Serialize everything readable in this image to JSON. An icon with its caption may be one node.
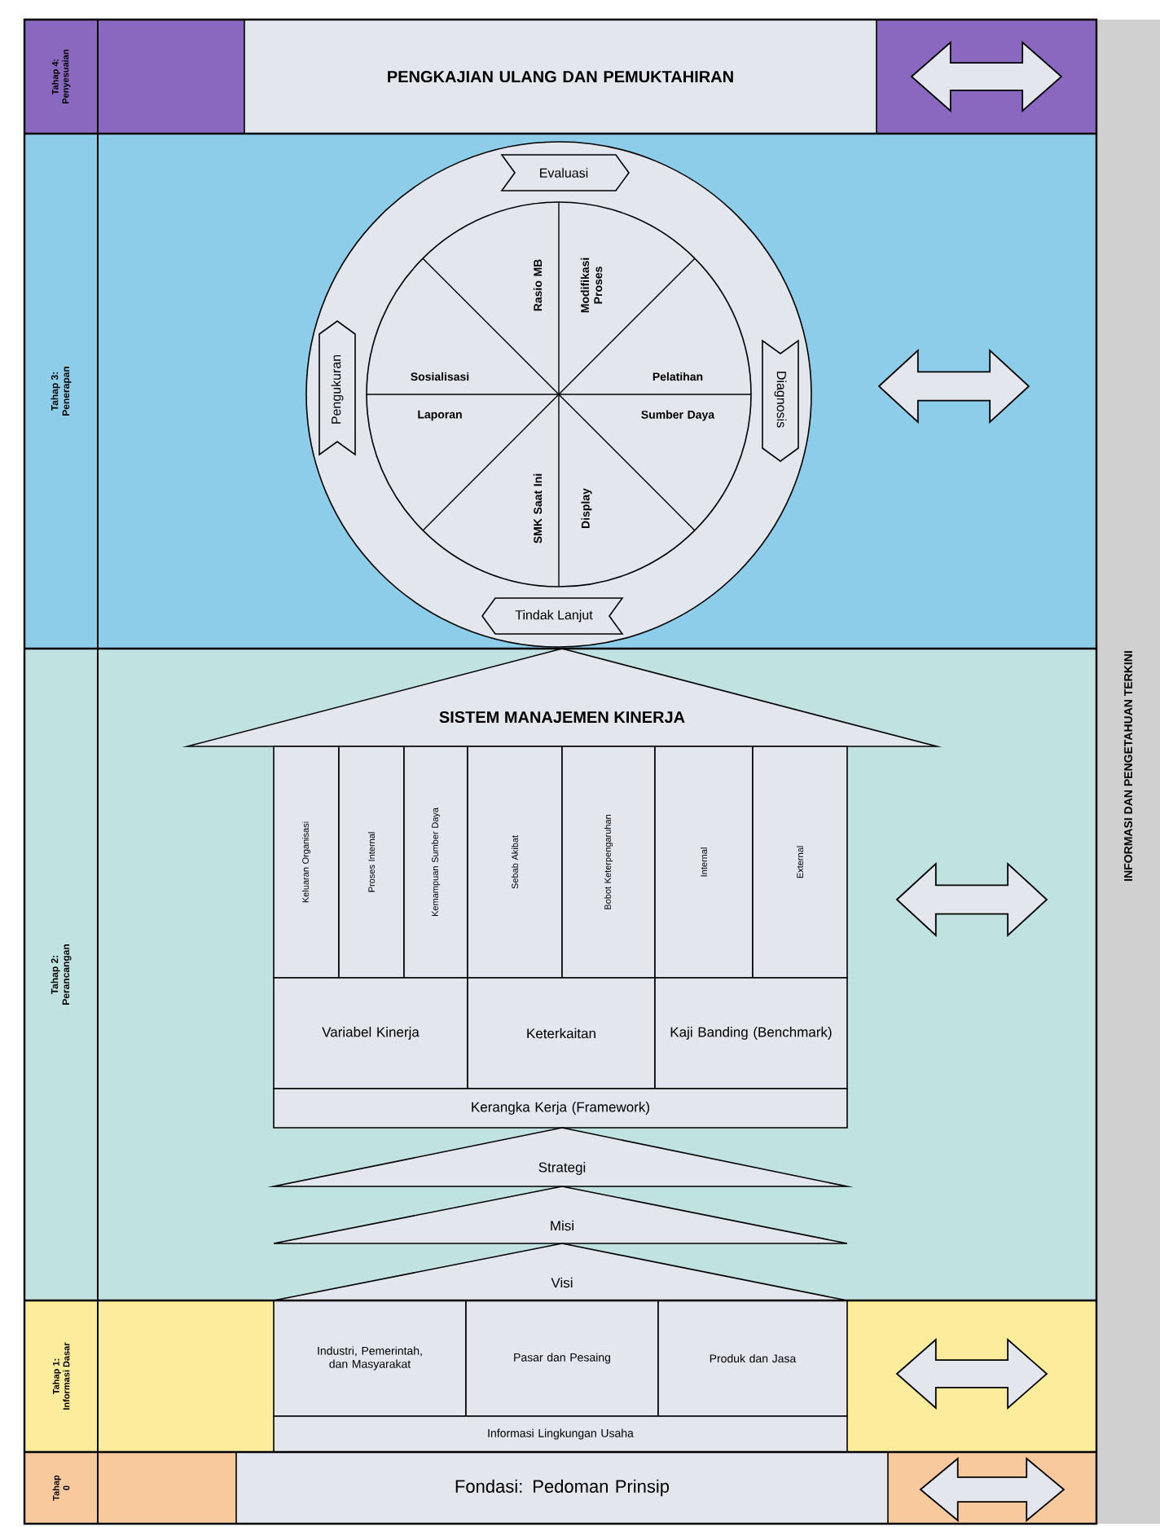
{
  "diagram": {
    "nodes": [
      {
        "text": [
          "Tahap 4: Penyesuaian"
        ]
      },
      {
        "text": [
          "PENGKAJIAN ULANG DAN PEMUKTAHIRAN"
        ]
      },
      {
        "text": [
          "Tahap 3: Penerapan"
        ]
      },
      {
        "text": [],
        "shape": "circle"
      },
      {
        "text": [
          "Evaluasi"
        ],
        "in": 3
      },
      {
        "text": [
          "Rasio MB"
        ],
        "in": 3
      },
      {
        "text": [
          "Modifikasi Proses"
        ],
        "in": 3
      },
      {
        "text": [
          "Sosialisasi"
        ],
        "in": 3
      },
      {
        "text": [
          "Pelatihan"
        ],
        "in": 3
      },
      {
        "text": [
          "Laporan"
        ],
        "in": 3
      },
      {
        "text": [
          "Sumber Daya"
        ],
        "in": 3
      },
      {
        "text": [
          "SMK Saat Ini"
        ],
        "in": 3
      },
      {
        "text": [
          "Display"
        ],
        "in": 3
      },
      {
        "text": [
          "Pengukuran"
        ],
        "in": 3
      },
      {
        "text": [
          "Diagnosis"
        ],
        "in": 3
      },
      {
        "text": [
          "Tindak Lanjut"
        ],
        "in": 3
      },
      {
        "text": [
          "Tahap 2: Perancangan"
        ]
      },
      {
        "text": [
          "SISTEM MANAJEMEN KINERJA"
        ]
      },
      {
        "text": [
          "Keluaran Organisasi"
        ]
      },
      {
        "text": [
          "Proses Internal"
        ]
      },
      {
        "text": [
          "Kemampuan Sumber Daya"
        ]
      },
      {
        "text": [
          "Sebab Akibat"
        ]
      },
      {
        "text": [
          "Bobot Keterpengaruhan"
        ]
      },
      {
        "text": [
          "Internal"
        ]
      },
      {
        "text": [
          "External"
        ]
      },
      {
        "text": [
          "Variabel Kinerja"
        ]
      },
      {
        "text": [
          "Keterkaitan"
        ]
      },
      {
        "text": [
          "Kaji Banding (Benchmark)"
        ]
      },
      {
        "text": [
          "Kerangka Kerja (Framework)"
        ]
      },
      {
        "text": [
          "Strategi"
        ]
      },
      {
        "text": [
          "Misi"
        ]
      },
      {
        "text": [
          "Visi"
        ]
      },
      {
        "text": [
          "Tahap 1: Informasi Dasar"
        ]
      },
      {
        "text": [
          "Industri, Pemerintah, dan Masyarakat"
        ]
      },
      {
        "text": [
          "Pasar dan Pesaing"
        ]
      },
      {
        "text": [
          "Produk dan Jasa"
        ]
      },
      {
        "text": [
          "Informasi Lingkungan Usaha"
        ]
      },
      {
        "text": [
          "Tahap 0"
        ]
      },
      {
        "text": [
          "Fondasi: Pedoman Prinsip"
        ]
      },
      {
        "text": [
          "INFORMASI DAN PENGETAHUAN TERKINI"
        ]
      }
    ],
    "edges": [
      {
        "from": 1,
        "to": 39,
        "arrow": "both"
      },
      {
        "from": 3,
        "to": 39,
        "arrow": "both"
      },
      {
        "from": 24,
        "to": 39,
        "arrow": "both"
      },
      {
        "from": 35,
        "to": 39,
        "arrow": "both"
      },
      {
        "from": 38,
        "to": 39,
        "arrow": "both"
      }
    ]
  }
}
